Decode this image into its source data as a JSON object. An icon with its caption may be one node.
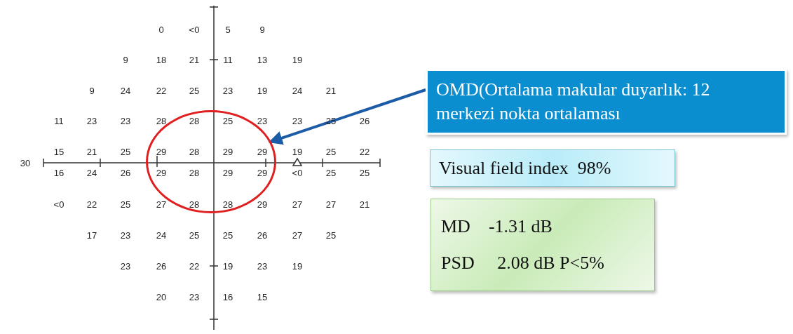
{
  "diagram": {
    "nodes": [
      {
        "text": [
          "OMD(Ortalama makular duyarlık: 12 merkezi nokta ortalaması"
        ]
      },
      {
        "text": [
          "Visual field index  98%"
        ]
      },
      {
        "text": [
          "MD    -1.31 dB",
          "PSD     2.08 dB P<5%"
        ]
      },
      {
        "text": [],
        "shape": "circle"
      }
    ],
    "edges": [
      {
        "from": 0,
        "to": 3,
        "arrow": "to"
      }
    ],
    "labels": [
      "0",
      "<0",
      "5",
      "9",
      "9",
      "18",
      "21",
      "11",
      "13",
      "19",
      "9",
      "24",
      "22",
      "25",
      "23",
      "19",
      "24",
      "21",
      "11",
      "23",
      "23",
      "28",
      "28",
      "25",
      "23",
      "23",
      "25",
      "26",
      "15",
      "21",
      "25",
      "29",
      "28",
      "29",
      "29",
      "19",
      "25",
      "22",
      "30",
      "16",
      "24",
      "26",
      "29",
      "28",
      "29",
      "29",
      "<0",
      "25",
      "25",
      "<0",
      "22",
      "25",
      "27",
      "28",
      "28",
      "29",
      "27",
      "27",
      "21",
      "17",
      "23",
      "24",
      "25",
      "25",
      "26",
      "27",
      "25",
      "23",
      "26",
      "22",
      "19",
      "23",
      "19",
      "20",
      "23",
      "16",
      "15"
    ]
  }
}
